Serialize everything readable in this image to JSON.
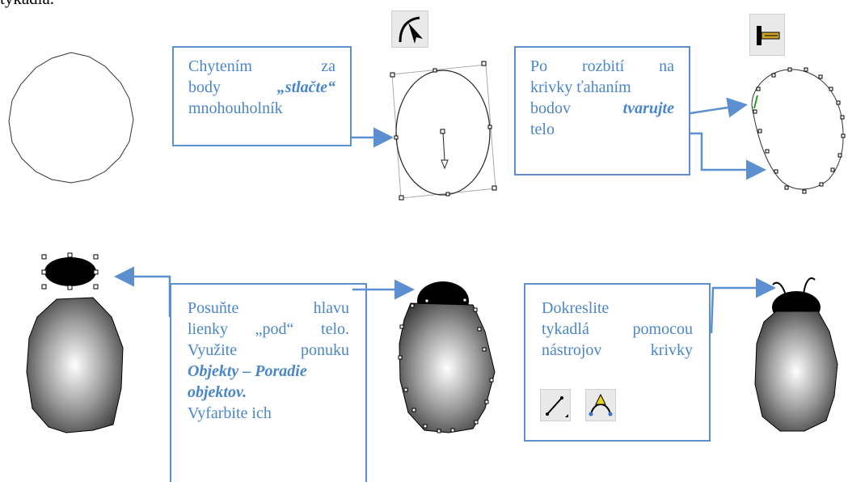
{
  "intro_fragment": "tykadlá.",
  "callouts": {
    "stlacte": {
      "line1_a": "Chytením",
      "line1_b": "za",
      "line2_a": "body",
      "line2_b": "„stlačte“",
      "line3": "mnohouholník"
    },
    "tvarujte": {
      "line1_a": "Po",
      "line1_b": "rozbití",
      "line1_c": "na",
      "line2": "krivky ťahaním",
      "line3_a": "bodov",
      "line3_b": "tvarujte",
      "line4": "telo"
    },
    "poradie": {
      "line1_a": "Posuňte",
      "line1_b": "hlavu",
      "line2": "lienky „pod“ telo.",
      "line3_a": "Využite",
      "line3_b": "ponuku",
      "line4": "Objekty – Poradie",
      "line5": "objektov.",
      "line6": "Vyfarbite ich"
    },
    "tykadla": {
      "line1": "Dokreslite",
      "line2": "tykadlá pomocou",
      "line3_a": "nástrojov",
      "line3_b": "krivky"
    }
  },
  "icons": {
    "shape_tool": "shape-tool-icon",
    "knife_tool": "knife-tool-icon",
    "line_tool": "freehand-line-tool-icon",
    "bezier_tool": "bezier-tool-icon"
  },
  "colors": {
    "callout_border": "#5b8fd0",
    "callout_text": "#4a86c8",
    "arrow": "#5b8fd0",
    "head": "#000000"
  }
}
